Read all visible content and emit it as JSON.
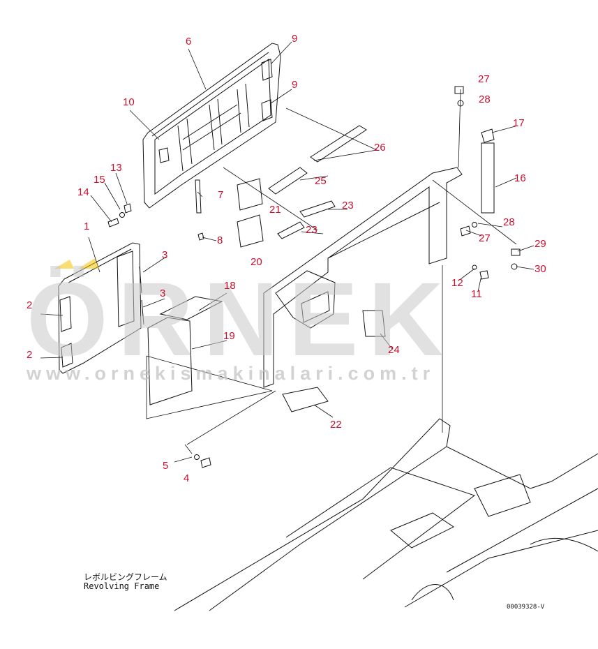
{
  "watermark": {
    "brand": "ÖRNEK",
    "url": "www.ornekismakinalari.com.tr"
  },
  "frame_label": {
    "japanese": "レボルビングフレーム",
    "english": "Revolving Frame"
  },
  "document_code": "00039328-V",
  "callouts": {
    "c1": "1",
    "c2a": "2",
    "c2b": "2",
    "c3a": "3",
    "c3b": "3",
    "c4": "4",
    "c5": "5",
    "c6": "6",
    "c7": "7",
    "c8": "8",
    "c9a": "9",
    "c9b": "9",
    "c10": "10",
    "c11": "11",
    "c12": "12",
    "c13": "13",
    "c14": "14",
    "c15": "15",
    "c16": "16",
    "c17": "17",
    "c18": "18",
    "c19": "19",
    "c20": "20",
    "c21": "21",
    "c22": "22",
    "c23a": "23",
    "c23b": "23",
    "c24": "24",
    "c25": "25",
    "c26": "26",
    "c27a": "27",
    "c27b": "27",
    "c28a": "28",
    "c28b": "28",
    "c29": "29",
    "c30": "30"
  },
  "colors": {
    "callout": "#c8102e",
    "linework": "#111111",
    "watermark": "#c9c9c9",
    "watermark_accent": "#f2c200"
  }
}
